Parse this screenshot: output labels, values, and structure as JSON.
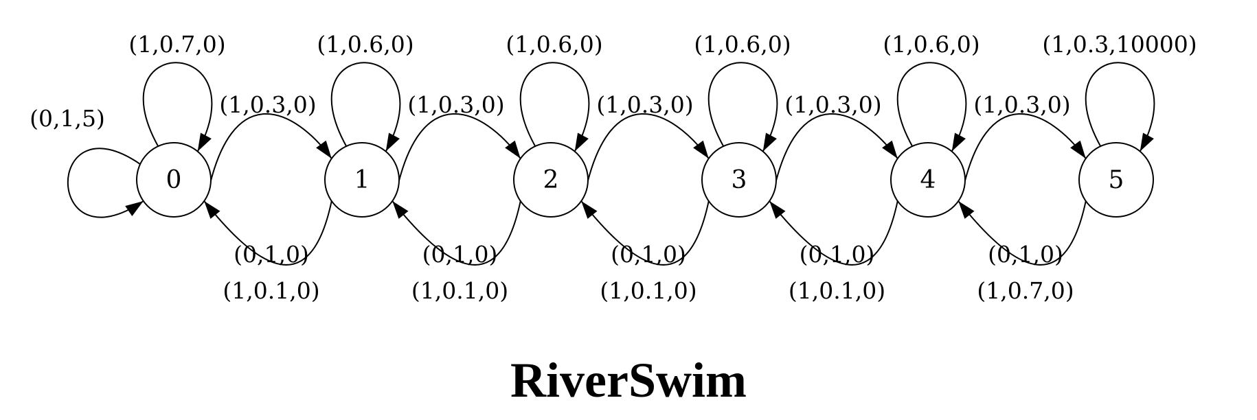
{
  "diagram": {
    "title": "RiverSwim",
    "states": [
      {
        "id": "0",
        "label": "0"
      },
      {
        "id": "1",
        "label": "1"
      },
      {
        "id": "2",
        "label": "2"
      },
      {
        "id": "3",
        "label": "3"
      },
      {
        "id": "4",
        "label": "4"
      },
      {
        "id": "5",
        "label": "5"
      }
    ],
    "self_loops": [
      {
        "state": "0",
        "top": "(1,0.7,0)",
        "left": "(0,1,5)"
      },
      {
        "state": "1",
        "top": "(1,0.6,0)"
      },
      {
        "state": "2",
        "top": "(1,0.6,0)"
      },
      {
        "state": "3",
        "top": "(1,0.6,0)"
      },
      {
        "state": "4",
        "top": "(1,0.6,0)"
      },
      {
        "state": "5",
        "top": "(1,0.3,10000)"
      }
    ],
    "forward_edges": [
      {
        "from": "0",
        "to": "1",
        "label": "(1,0.3,0)"
      },
      {
        "from": "1",
        "to": "2",
        "label": "(1,0.3,0)"
      },
      {
        "from": "2",
        "to": "3",
        "label": "(1,0.3,0)"
      },
      {
        "from": "3",
        "to": "4",
        "label": "(1,0.3,0)"
      },
      {
        "from": "4",
        "to": "5",
        "label": "(1,0.3,0)"
      }
    ],
    "backward_edges": [
      {
        "from": "1",
        "to": "0",
        "labels": [
          "(0,1,0)",
          "(1,0.1,0)"
        ]
      },
      {
        "from": "2",
        "to": "1",
        "labels": [
          "(0,1,0)",
          "(1,0.1,0)"
        ]
      },
      {
        "from": "3",
        "to": "2",
        "labels": [
          "(0,1,0)",
          "(1,0.1,0)"
        ]
      },
      {
        "from": "4",
        "to": "3",
        "labels": [
          "(0,1,0)",
          "(1,0.1,0)"
        ]
      },
      {
        "from": "5",
        "to": "4",
        "labels": [
          "(0,1,0)",
          "(1,0.7,0)"
        ]
      }
    ]
  }
}
